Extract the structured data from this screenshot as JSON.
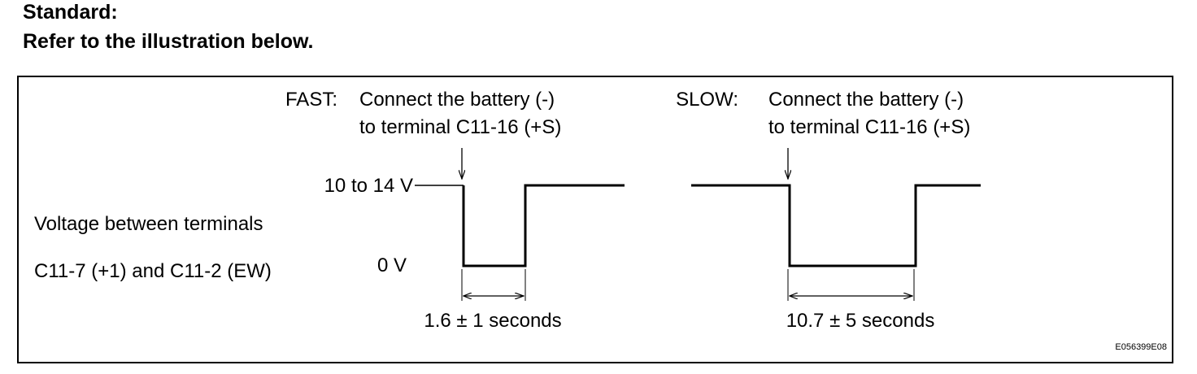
{
  "header": {
    "standard_label": "Standard:",
    "instruction": "Refer to the illustration below."
  },
  "diagram": {
    "fast": {
      "mode_label": "FAST:",
      "instruction_line1": "Connect the battery (-)",
      "instruction_line2": "to terminal C11-16 (+S)",
      "duration_label": "1.6 ± 1 seconds"
    },
    "slow": {
      "mode_label": "SLOW:",
      "instruction_line1": "Connect the battery (-)",
      "instruction_line2": "to terminal C11-16 (+S)",
      "duration_label": "10.7 ± 5 seconds"
    },
    "high_level_label": "10 to 14 V",
    "low_level_label": "0 V",
    "y_axis_line1": "Voltage between terminals",
    "y_axis_line2": "C11-7 (+1) and C11-2 (EW)",
    "figure_code": "E056399E08"
  }
}
